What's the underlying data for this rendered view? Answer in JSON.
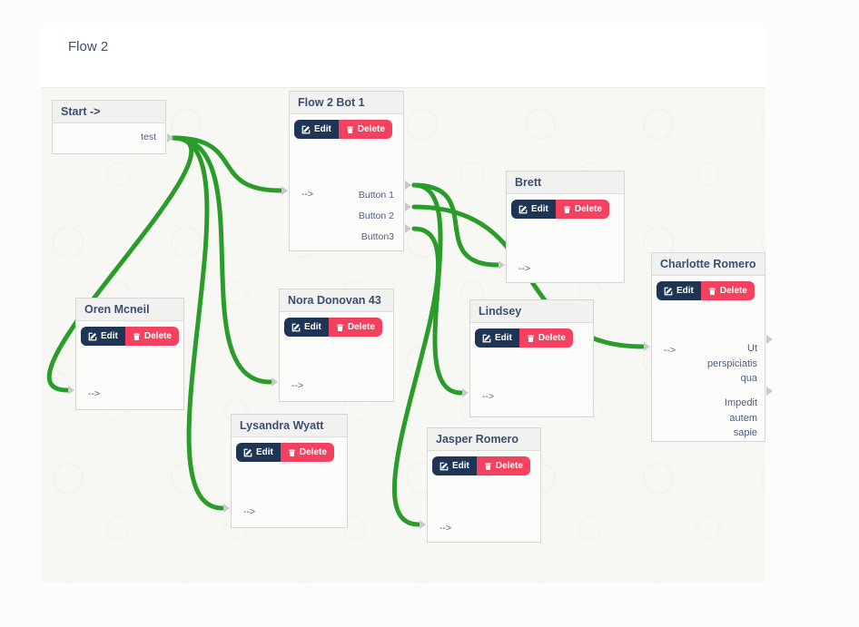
{
  "page_title": "Flow 2",
  "actions": {
    "edit": "Edit",
    "delete": "Delete"
  },
  "colors": {
    "wire_green": "#2a9c2a",
    "edit_button": "#1f3556",
    "delete_button": "#f4415f",
    "node_title_text": "#3d4e6e",
    "port_gray": "#c9c9cd",
    "canvas_bg": "#f7f7f4"
  },
  "nodes": {
    "start": {
      "title": "Start ->",
      "output_label": "test"
    },
    "bot1": {
      "title": "Flow 2 Bot 1",
      "input_label": "-->",
      "outputs": [
        "Button 1",
        "Button 2",
        "Button3"
      ]
    },
    "brett": {
      "title": "Brett",
      "input_label": "-->"
    },
    "charlotte": {
      "title": "Charlotte Romero",
      "input_label": "-->",
      "outputs": [
        {
          "lines": [
            "Ut",
            "perspiciatis",
            "qua"
          ]
        },
        {
          "lines": [
            "Impedit",
            "autem",
            "sapie"
          ]
        }
      ]
    },
    "oren": {
      "title": "Oren Mcneil",
      "input_label": "-->"
    },
    "nora": {
      "title": "Nora Donovan 43",
      "input_label": "-->"
    },
    "lindsey": {
      "title": "Lindsey",
      "input_label": "-->"
    },
    "lysandra": {
      "title": "Lysandra Wyatt",
      "input_label": "-->"
    },
    "jasper": {
      "title": "Jasper Romero",
      "input_label": "-->"
    }
  },
  "connections": [
    {
      "from": "start.test",
      "to": "bot1.input"
    },
    {
      "from": "start.test",
      "to": "oren.input"
    },
    {
      "from": "start.test",
      "to": "nora.input"
    },
    {
      "from": "start.test",
      "to": "lysandra.input"
    },
    {
      "from": "bot1.button1",
      "to": "brett.input"
    },
    {
      "from": "bot1.button1",
      "to": "lindsey.input"
    },
    {
      "from": "bot1.button2",
      "to": "charlotte.input"
    },
    {
      "from": "bot1.button3",
      "to": "jasper.input"
    }
  ]
}
